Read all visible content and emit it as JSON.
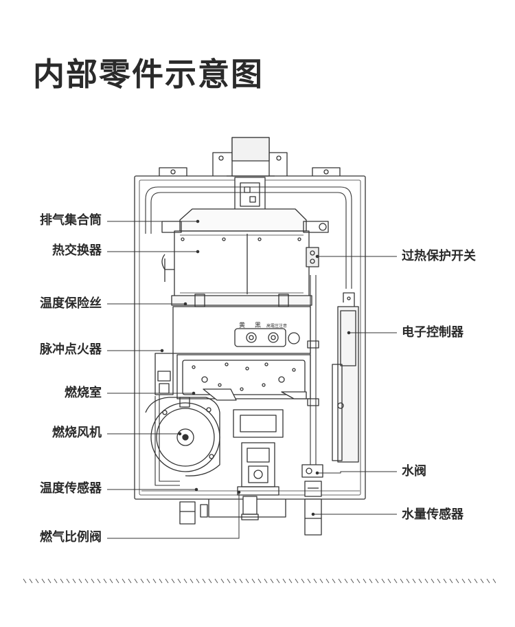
{
  "title": "内部零件示意图",
  "labels_left": [
    {
      "id": "exhaust",
      "text": "排气集合筒"
    },
    {
      "id": "exchanger",
      "text": "热交换器"
    },
    {
      "id": "fuse",
      "text": "温度保险丝"
    },
    {
      "id": "igniter",
      "text": "脉冲点火器"
    },
    {
      "id": "chamber",
      "text": "燃烧室"
    },
    {
      "id": "fan",
      "text": "燃烧风机"
    },
    {
      "id": "temp_sensor",
      "text": "温度传感器"
    },
    {
      "id": "gas_valve",
      "text": "燃气比例阀"
    }
  ],
  "labels_right": [
    {
      "id": "overheat",
      "text": "过热保护开关"
    },
    {
      "id": "controller",
      "text": "电子控制器"
    },
    {
      "id": "water_valve",
      "text": "水阀"
    },
    {
      "id": "flow_sensor",
      "text": "水量传感器"
    }
  ],
  "panel_text": {
    "yellow": "黄",
    "black": "黑",
    "high_voltage": "高電圧注意"
  },
  "colors": {
    "text": "#2a2a2a",
    "line": "#333333",
    "background": "#ffffff"
  }
}
